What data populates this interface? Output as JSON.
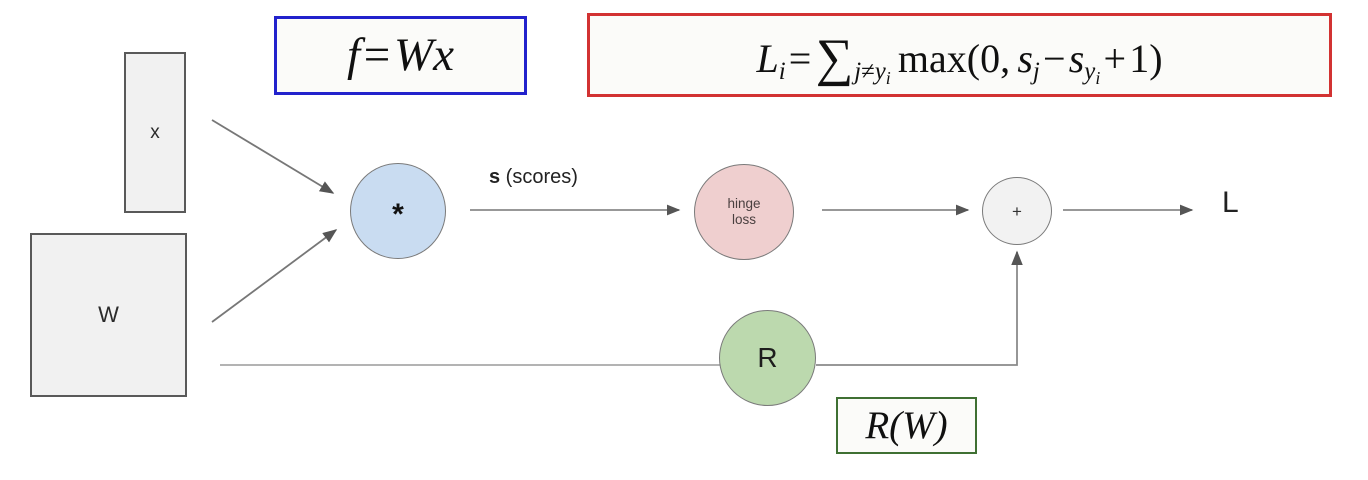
{
  "diagram": {
    "title": "Linear classifier loss computational graph",
    "background_color": "#ffffff"
  },
  "inputs": [
    {
      "name": "x",
      "label": "x",
      "role": "input-data-vector",
      "fill": "#f1f1f1",
      "stroke": "#595959"
    },
    {
      "name": "W",
      "label": "W",
      "role": "weight-matrix",
      "fill": "#f1f1f1",
      "stroke": "#595959"
    }
  ],
  "nodes": {
    "multiply": {
      "label": "*",
      "role": "matrix-multiply",
      "fill": "#c9dcf1",
      "stroke": "#7a7a7a"
    },
    "hinge": {
      "label_line1": "hinge",
      "label_line2": "loss",
      "role": "hinge-loss",
      "fill": "#efcfcf",
      "stroke": "#7a7a7a"
    },
    "sum": {
      "label": "+",
      "role": "sum-operator",
      "fill": "#f2f2f2",
      "stroke": "#7a7a7a"
    },
    "regularization": {
      "label": "R",
      "role": "regularization",
      "fill": "#bcd9ae",
      "stroke": "#7a7a7a"
    }
  },
  "edges": {
    "scores_label_bold": "s",
    "scores_label_rest": " (scores)",
    "output_label": "L"
  },
  "formulas": {
    "score_function": {
      "plain": "f = Wx",
      "border_color": "#2222cc",
      "parts": {
        "f": "f",
        "eq": "=",
        "W": "W",
        "x": "x"
      }
    },
    "hinge_loss": {
      "plain": "L_i = ∑_{j≠y_i} max(0, s_j - s_{y_i} + 1)",
      "border_color": "#d23232",
      "parts": {
        "L": "L",
        "L_sub": "i",
        "eq": "=",
        "sigma": "∑",
        "sigma_sub_j": "j",
        "sigma_sub_neq": "≠",
        "sigma_sub_y": "y",
        "sigma_sub_y_sub": "i",
        "max": "max",
        "open_paren": "(",
        "zero": "0",
        "comma": ",",
        "s1": "s",
        "s1_sub": "j",
        "minus": "−",
        "s2": "s",
        "s2_sub_y": "y",
        "s2_sub_y_sub": "i",
        "plus": "+",
        "one": "1",
        "close_paren": ")"
      }
    },
    "regularization": {
      "plain": "R(W)",
      "border_color": "#3f7033",
      "parts": {
        "R": "R",
        "open_paren": "(",
        "W": "W",
        "close_paren": ")"
      }
    }
  },
  "connectors": [
    {
      "name": "x-to-multiply",
      "type": "arrow"
    },
    {
      "name": "w-to-multiply",
      "type": "arrow"
    },
    {
      "name": "multiply-to-hinge",
      "type": "arrow",
      "label": "s (scores)"
    },
    {
      "name": "hinge-to-sum",
      "type": "arrow"
    },
    {
      "name": "w-to-regularization",
      "type": "line"
    },
    {
      "name": "regularization-to-sum",
      "type": "elbow-arrow"
    },
    {
      "name": "sum-to-loss",
      "type": "arrow"
    }
  ],
  "colors": {
    "line": "#8a8a8a",
    "arrowhead": "#555555",
    "blue_fill": "#c9dcf1",
    "pink_fill": "#efcfcf",
    "green_fill": "#bcd9ae",
    "gray_fill": "#f2f2f2"
  }
}
